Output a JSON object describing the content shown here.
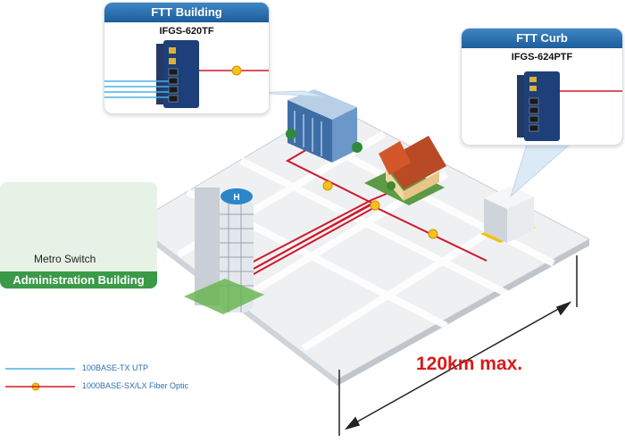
{
  "ftt_building": {
    "title": "FTT Building",
    "model": "IFGS-620TF"
  },
  "ftt_curb": {
    "title": "FTT Curb",
    "model": "IFGS-624PTF"
  },
  "admin": {
    "title": "Administration Building",
    "switch_label": "Metro Switch"
  },
  "distance": {
    "label": "120km max."
  },
  "legend": [
    {
      "label": "100BASE-TX UTP",
      "color": "#4ab0e6"
    },
    {
      "label": "1000BASE-SX/LX Fiber Optic",
      "color": "#d0192b"
    }
  ],
  "colors": {
    "fiber": "#d0192b",
    "utp": "#4ab0e6",
    "header": "#1d5d9b",
    "admin": "#3a9a48",
    "distance": "#d81a1a"
  }
}
